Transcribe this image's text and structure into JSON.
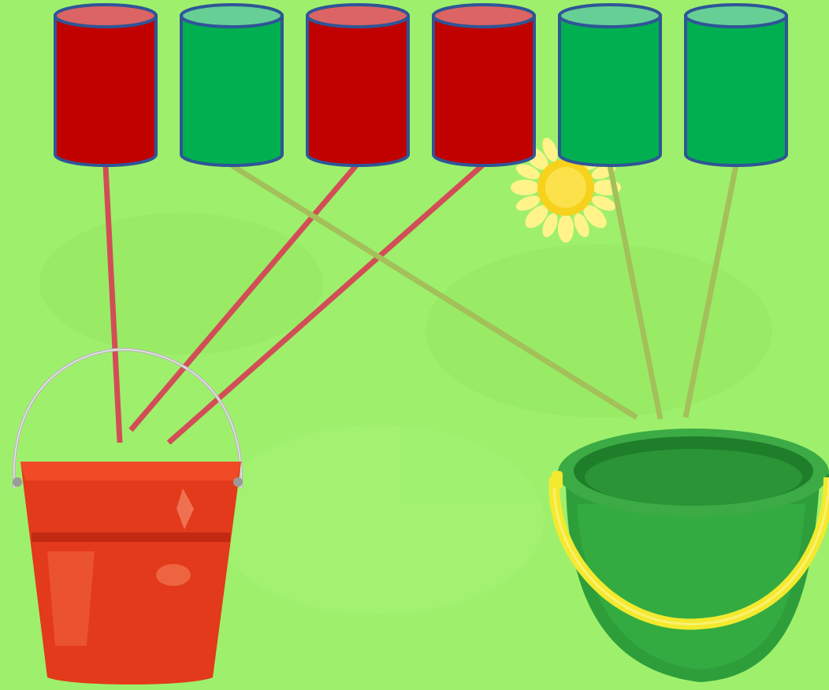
{
  "game": {
    "background_color": "#9ef06c",
    "cans": [
      {
        "id": "can-1",
        "color": "red"
      },
      {
        "id": "can-2",
        "color": "green"
      },
      {
        "id": "can-3",
        "color": "red"
      },
      {
        "id": "can-4",
        "color": "red"
      },
      {
        "id": "can-5",
        "color": "green"
      },
      {
        "id": "can-6",
        "color": "green"
      }
    ],
    "buckets": [
      {
        "id": "red-bucket",
        "color": "red"
      },
      {
        "id": "green-bucket",
        "color": "green"
      }
    ],
    "connections": [
      {
        "from": "can-1",
        "to": "red-bucket",
        "color": "#d24e57"
      },
      {
        "from": "can-3",
        "to": "red-bucket",
        "color": "#d24e57"
      },
      {
        "from": "can-4",
        "to": "red-bucket",
        "color": "#d24e57"
      },
      {
        "from": "can-2",
        "to": "green-bucket",
        "color": "#a3c05a"
      },
      {
        "from": "can-5",
        "to": "green-bucket",
        "color": "#a3c05a"
      },
      {
        "from": "can-6",
        "to": "green-bucket",
        "color": "#a3c05a"
      }
    ],
    "colors": {
      "red_can_body": "#c10000",
      "red_can_top": "#dc6464",
      "green_can_body": "#00b050",
      "green_can_top": "#66cf95",
      "can_outline": "#2f5597",
      "red_bucket": "#e23a1a",
      "green_bucket": "#2e9e3a",
      "bucket_handle_yellow": "#f3e92f"
    },
    "decoration_icon": "sun-icon"
  }
}
